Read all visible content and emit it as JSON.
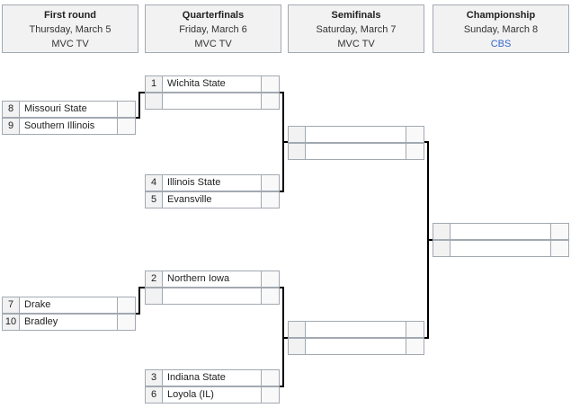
{
  "rounds": [
    {
      "title": "First round",
      "date": "Thursday, March 5",
      "network": "MVC TV"
    },
    {
      "title": "Quarterfinals",
      "date": "Friday, March 6",
      "network": "MVC TV"
    },
    {
      "title": "Semifinals",
      "date": "Saturday, March 7",
      "network": "MVC TV"
    },
    {
      "title": "Championship",
      "date": "Sunday, March 8",
      "network": "CBS"
    }
  ],
  "first_round": [
    {
      "seed": "8",
      "team": "Missouri State"
    },
    {
      "seed": "9",
      "team": "Southern Illinois"
    },
    {
      "seed": "7",
      "team": "Drake"
    },
    {
      "seed": "10",
      "team": "Bradley"
    }
  ],
  "quarterfinals": [
    {
      "seed": "1",
      "team": "Wichita State"
    },
    {
      "seed": "",
      "team": ""
    },
    {
      "seed": "4",
      "team": "Illinois State"
    },
    {
      "seed": "5",
      "team": "Evansville"
    },
    {
      "seed": "2",
      "team": "Northern Iowa"
    },
    {
      "seed": "",
      "team": ""
    },
    {
      "seed": "3",
      "team": "Indiana State"
    },
    {
      "seed": "6",
      "team": "Loyola (IL)"
    }
  ],
  "colors": {
    "header_bg": "#f2f2f2",
    "border": "#a2a9b1",
    "link": "#3366cc"
  }
}
